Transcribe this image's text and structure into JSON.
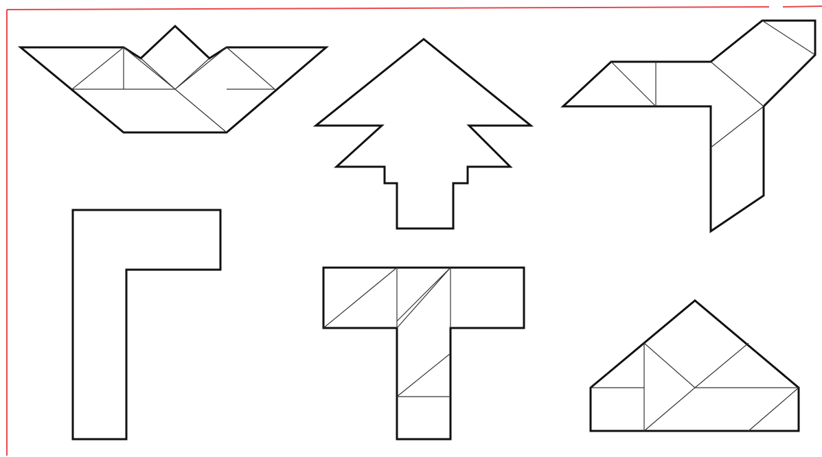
{
  "colors": {
    "frame": "#e8474c",
    "outline": "#111111",
    "inner_line": "#333333",
    "background": "#ffffff"
  },
  "figures": [
    {
      "name": "boat-figure",
      "shape": "boat"
    },
    {
      "name": "tree-figure",
      "shape": "fir-tree"
    },
    {
      "name": "bird-figure",
      "shape": "bird"
    },
    {
      "name": "corner-figure",
      "shape": "L-corner"
    },
    {
      "name": "t-figure",
      "shape": "T-letter"
    },
    {
      "name": "house-figure",
      "shape": "house"
    }
  ]
}
